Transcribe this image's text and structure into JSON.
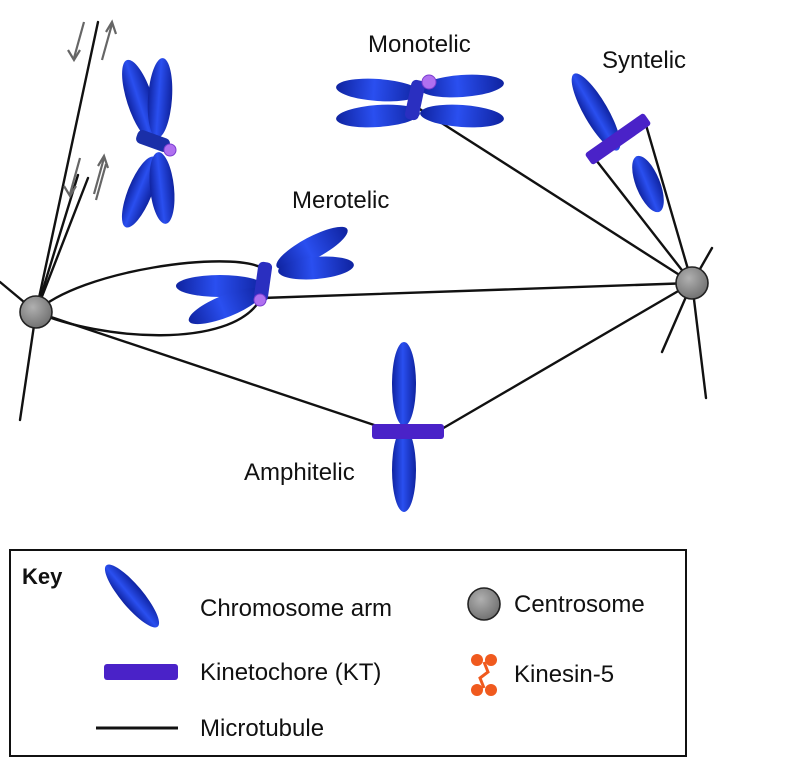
{
  "labels": {
    "monotelic": "Monotelic",
    "syntelic": "Syntelic",
    "merotelic": "Merotelic",
    "amphitelic": "Amphitelic"
  },
  "key": {
    "title": "Key",
    "chromosome_arm": "Chromosome arm",
    "kinetochore": "Kinetochore (KT)",
    "microtubule": "Microtubule",
    "centrosome": "Centrosome",
    "kinesin5": "Kinesin-5"
  },
  "colors": {
    "chromosome": "#1f3fd8",
    "chromosome_dark": "#0f23a0",
    "kinetochore": "#4a22c8",
    "kinetochore_light": "#b070f0",
    "centrosome": "#8a8a8a",
    "kinesin5": "#f05a1e",
    "microtubule": "#111111",
    "arrow": "#666666"
  }
}
